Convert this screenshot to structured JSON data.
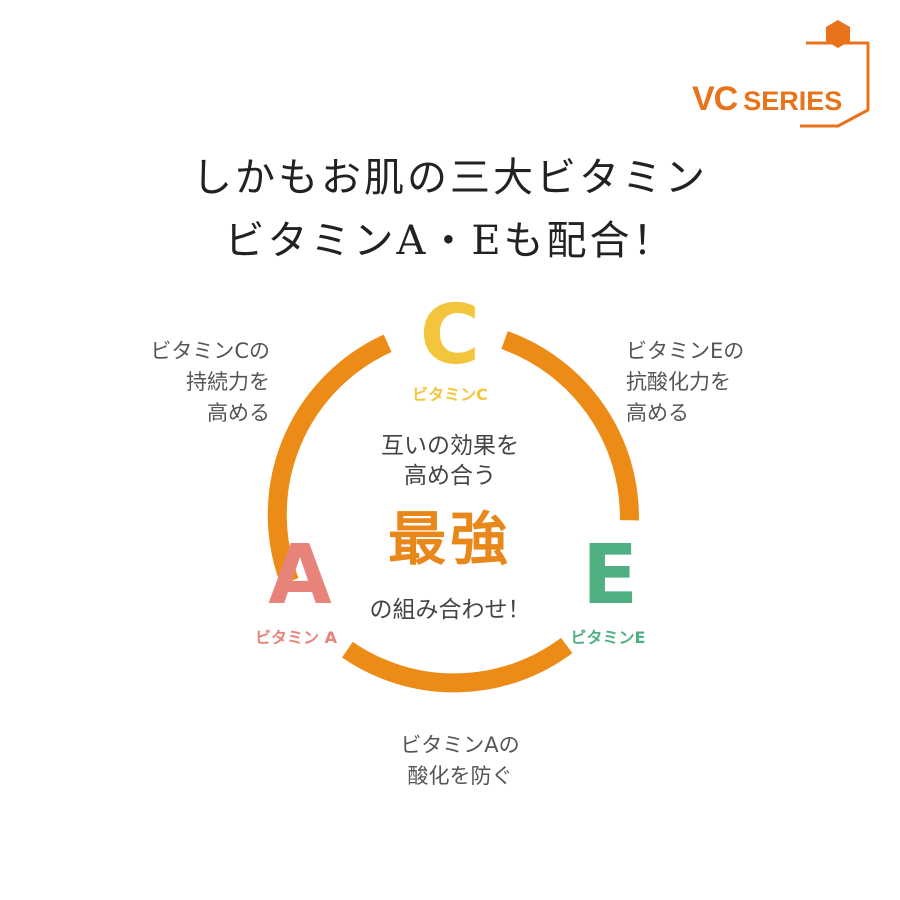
{
  "logo": {
    "vc": "VC",
    "series": "SERIES",
    "color": "#e8731a"
  },
  "headline": {
    "line1": "しかもお肌の三大ビタミン",
    "line2": "ビタミンA・Eも配合！"
  },
  "diagram": {
    "ring_color": "#ec8b16",
    "vitamin_c": {
      "letter": "C",
      "label": "ビタミンC",
      "color": "#f3c53d"
    },
    "vitamin_a": {
      "letter": "A",
      "label": "ビタミン A",
      "color": "#e8837a"
    },
    "vitamin_e": {
      "letter": "E",
      "label": "ビタミンE",
      "color": "#4fb082"
    },
    "center": {
      "line1": "互いの効果を",
      "line2": "高め合う",
      "emphasis": "最強",
      "line3": "の組み合わせ！"
    },
    "notes": {
      "c": [
        "ビタミンCの",
        "持続力を",
        "高める"
      ],
      "e": [
        "ビタミンEの",
        "抗酸化力を",
        "高める"
      ],
      "a": [
        "ビタミンAの",
        "酸化を防ぐ"
      ]
    }
  }
}
